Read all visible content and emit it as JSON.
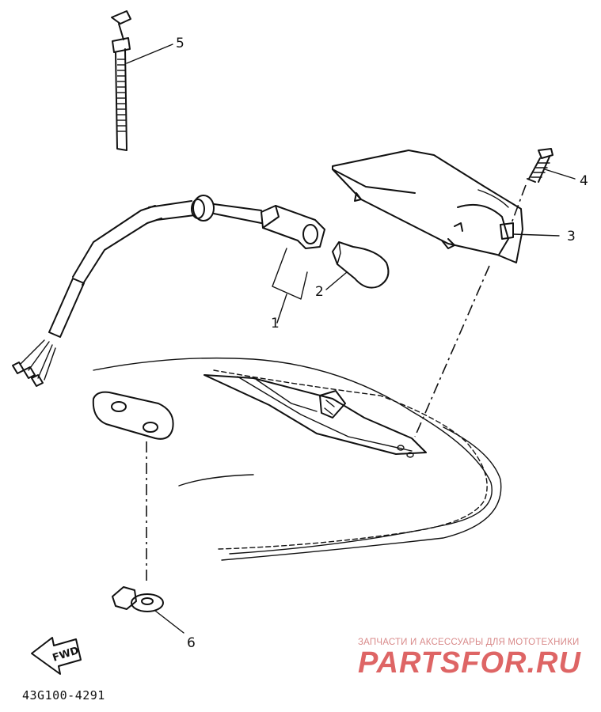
{
  "callouts": [
    {
      "id": "1",
      "label": "1"
    },
    {
      "id": "2",
      "label": "2"
    },
    {
      "id": "3",
      "label": "3"
    },
    {
      "id": "4",
      "label": "4"
    },
    {
      "id": "5",
      "label": "5"
    },
    {
      "id": "6",
      "label": "6"
    }
  ],
  "direction_arrow": {
    "label": "FWD"
  },
  "drawing_code": "43G100-4291",
  "watermark": {
    "caption": "ЗАПЧАСТИ И АКСЕССУАРЫ ДЛЯ МОТОТЕХНИКИ",
    "logo": "PARTSFOR.RU",
    "color": "#d94b4b"
  }
}
